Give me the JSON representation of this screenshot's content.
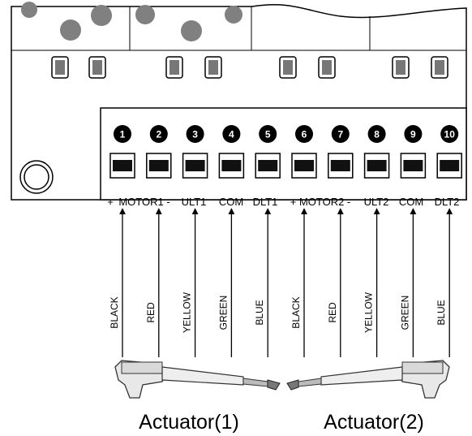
{
  "terminals": [
    {
      "number": "1",
      "label": "+"
    },
    {
      "number": "2",
      "label": "MOTOR1 -"
    },
    {
      "number": "3",
      "label": "ULT1"
    },
    {
      "number": "4",
      "label": "COM"
    },
    {
      "number": "5",
      "label": "DLT1"
    },
    {
      "number": "6",
      "label": "+ MOTOR2 -"
    },
    {
      "number": "7",
      "label": ""
    },
    {
      "number": "8",
      "label": "ULT2"
    },
    {
      "number": "9",
      "label": "COM"
    },
    {
      "number": "10",
      "label": "DLT2"
    }
  ],
  "wires": [
    "BLACK",
    "RED",
    "YELLOW",
    "GREEN",
    "BLUE",
    "BLACK",
    "RED",
    "YELLOW",
    "GREEN",
    "BLUE"
  ],
  "actuators": [
    {
      "caption": "Actuator(1)"
    },
    {
      "caption": "Actuator(2)"
    }
  ],
  "colors": {
    "outline": "#000000",
    "dots": "#808080",
    "badge": "#000000"
  }
}
